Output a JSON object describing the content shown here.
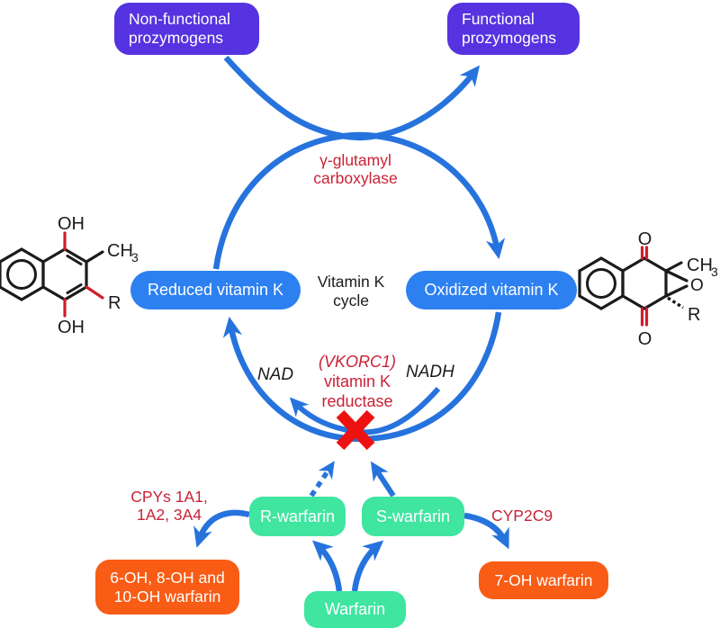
{
  "boxes": {
    "non_functional": {
      "line1": "Non-functional",
      "line2": "prozymogens"
    },
    "functional": {
      "line1": "Functional",
      "line2": "prozymogens"
    },
    "reduced": {
      "label": "Reduced vitamin K"
    },
    "oxidized": {
      "label": "Oxidized vitamin K"
    },
    "r_warfarin": {
      "label": "R-warfarin"
    },
    "s_warfarin": {
      "label": "S-warfarin"
    },
    "warfarin": {
      "label": "Warfarin"
    },
    "oh_metabolites": {
      "line1": "6-OH, 8-OH and",
      "line2": "10-OH warfarin"
    },
    "oh7": {
      "label": "7-OH warfarin"
    }
  },
  "labels": {
    "cycle": {
      "line1": "Vitamin K",
      "line2": "cycle"
    },
    "carboxylase": {
      "line1": "γ-glutamyl",
      "line2": "carboxylase"
    },
    "reductase": {
      "line1": "(VKORC1)",
      "line2": "vitamin K",
      "line3": "reductase"
    },
    "nad": "NAD",
    "nadh": "NADH",
    "cpys": {
      "line1": "CPYs 1A1,",
      "line2": "1A2, 3A4"
    },
    "cyp2c9": "CYP2C9"
  },
  "chemistry": {
    "left": {
      "oh_top": "OH",
      "ch": "CH",
      "ch_sub": "3",
      "r": "R",
      "oh_bottom": "OH"
    },
    "right": {
      "o_top": "O",
      "ch": "CH",
      "ch_sub": "3",
      "o_epoxide": "O",
      "r": "R",
      "o_bottom": "O"
    }
  },
  "colors": {
    "purple_box": "#5633e0",
    "blue_box": "#2d80f0",
    "green_box": "#40e5a0",
    "orange_box": "#f85c15",
    "arrow_blue": "#2673dd",
    "red_text": "#c92236",
    "block_x_red": "#ee1111",
    "bond_red": "#cf1e2d",
    "bond_black": "#1b1b1b"
  }
}
